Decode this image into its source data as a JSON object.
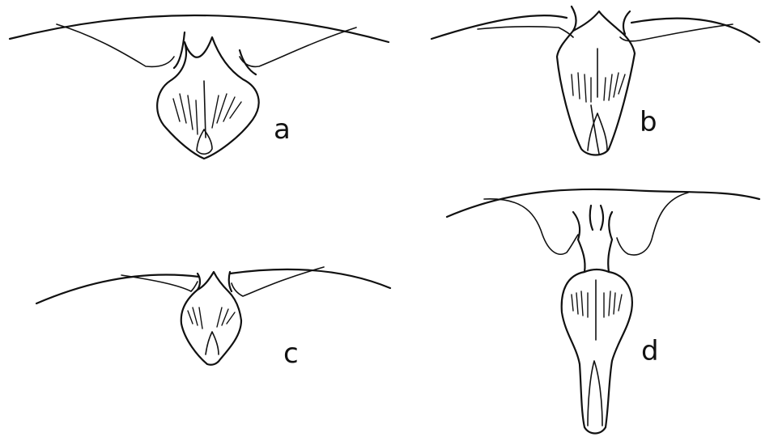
{
  "panels": [
    {
      "id": "a",
      "label": "a"
    },
    {
      "id": "b",
      "label": "b"
    },
    {
      "id": "c",
      "label": "c"
    },
    {
      "id": "d",
      "label": "d"
    }
  ],
  "colors": {
    "ink": "#111111",
    "paper": "#ffffff"
  }
}
